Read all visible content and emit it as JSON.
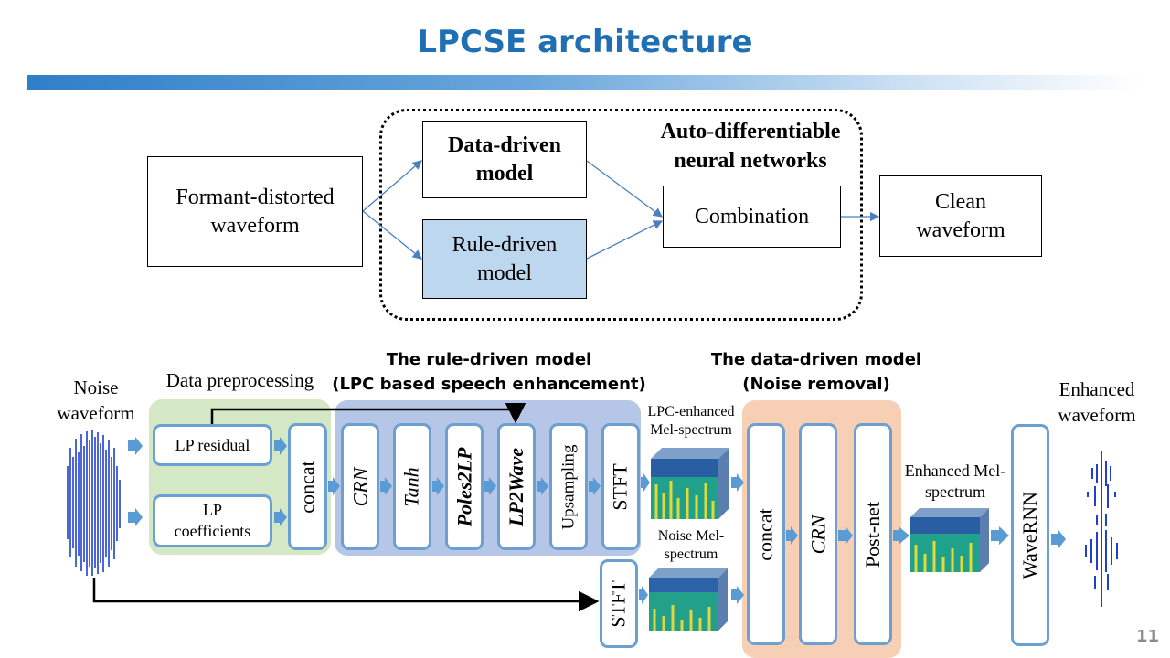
{
  "title": "LPCSE architecture",
  "top_diagram": {
    "input": "Formant-distorted waveform",
    "data_driven": "Data-driven model",
    "rule_driven": "Rule-driven model",
    "group_label": "Auto-differentiable neural networks",
    "combination": "Combination",
    "output": "Clean waveform"
  },
  "bottom_diagram": {
    "noise_waveform": "Noise waveform",
    "data_preprocessing": "Data preprocessing",
    "lp_residual": "LP residual",
    "lp_coefficients": "LP coefficients",
    "concat": "concat",
    "rule_title_1": "The rule-driven model",
    "rule_title_2": "(LPC based speech enhancement)",
    "rule_blocks": [
      "CRN",
      "Tanh",
      "Poles2LP",
      "LP2Wave",
      "Upsampling",
      "STFT"
    ],
    "lpc_enhanced": "LPC-enhanced Mel-spectrum",
    "noise_mel": "Noise Mel-spectrum",
    "stft_bottom": "STFT",
    "data_title_1": "The data-driven model",
    "data_title_2": "(Noise removal)",
    "data_blocks": [
      "concat",
      "CRN",
      "Post-net"
    ],
    "enhanced_mel": "Enhanced Mel-spectrum",
    "wavernn": "WaveRNN",
    "enhanced_waveform": "Enhanced waveform"
  },
  "colors": {
    "title": "#1f6fb5",
    "rule_box_fill": "#bdd7ee",
    "preprocessing_panel": "#d5e8c6",
    "rule_panel": "#b5c6e6",
    "data_panel": "#f6cfb5",
    "block_border": "#6e9fd1",
    "arrow": "#5b9bd5"
  },
  "page_number": "11"
}
